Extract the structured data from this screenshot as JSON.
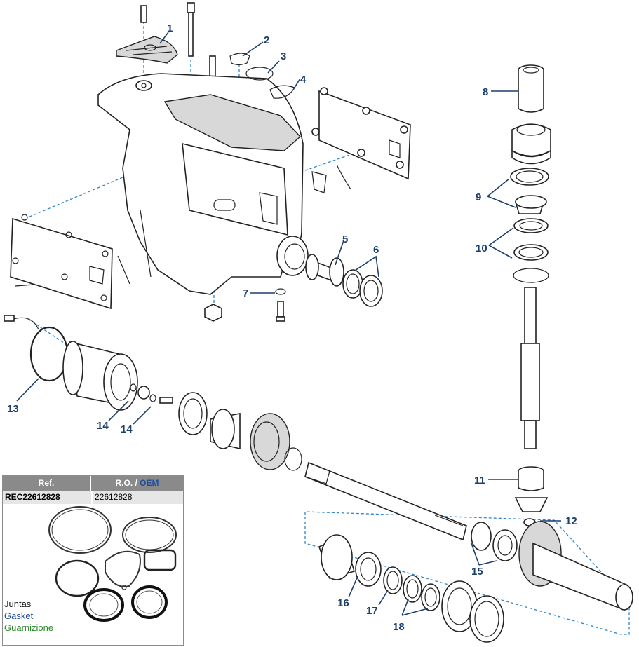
{
  "callouts": [
    "1",
    "2",
    "3",
    "4",
    "5",
    "6",
    "7",
    "8",
    "9",
    "10",
    "11",
    "12",
    "13",
    "14",
    "14",
    "15",
    "16",
    "17",
    "18"
  ],
  "table": {
    "header_ref": "Ref.",
    "header_ro": "R.O. /",
    "header_oem": "OEM",
    "ref_value": "REC22612828",
    "oem_value": "22612828"
  },
  "labels": {
    "spanish": "Juntas",
    "english": "Gasket",
    "italian": "Guarnizione"
  },
  "colors": {
    "callout": "#1d3f6e",
    "dashed_lines": "#2f86c9",
    "table_header": "#8a8a8a",
    "oem_text": "#1f4e9c",
    "italian_text": "#2a8a2a"
  }
}
